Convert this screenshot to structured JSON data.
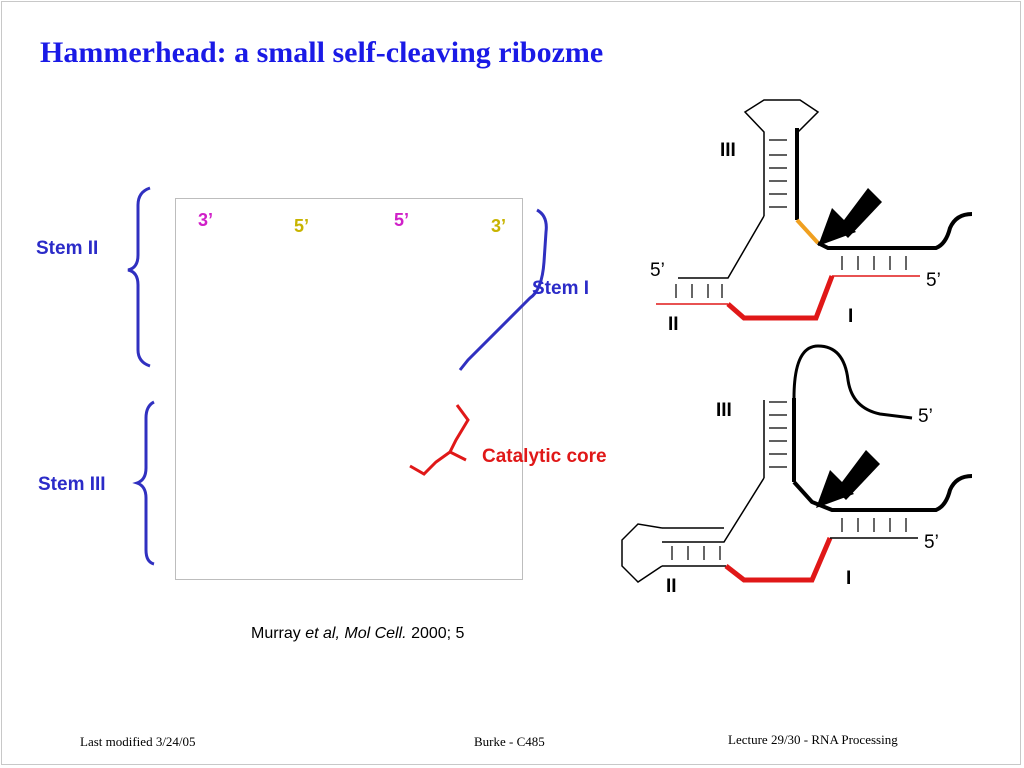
{
  "slide": {
    "title": "Hammerhead: a small self-cleaving ribozme",
    "left_panel": {
      "stem_ii": "Stem II",
      "stem_iii": "Stem III",
      "stem_i": "Stem I",
      "catalytic_core": "Catalytic core",
      "ends": {
        "a": "3’",
        "b": "5’",
        "c": "5’",
        "d": "3’"
      }
    },
    "citation": {
      "author": "Murray",
      "journal": "et al, Mol Cell.",
      "year": "2000; 5"
    },
    "top_diagram": {
      "stem_iii": "III",
      "stem_ii": "II",
      "stem_i": "I",
      "five_prime_left": "5’",
      "five_prime_right": "5’"
    },
    "bottom_diagram": {
      "stem_iii": "III",
      "stem_ii": "II",
      "stem_i": "I",
      "five_prime_loop": "5’",
      "five_prime_right": "5’"
    },
    "footer": {
      "left": "Last modified 3/24/05",
      "center": "Burke - C485",
      "right": "Lecture 29/30 - RNA Processing"
    },
    "colors": {
      "title": "#1a1ae6",
      "stem_labels": "#2b2bc8",
      "catalytic": "#e01818",
      "magenta_end": "#d020c8",
      "yellow_end": "#c8b400",
      "cleavage_site": "#f0a020"
    }
  }
}
